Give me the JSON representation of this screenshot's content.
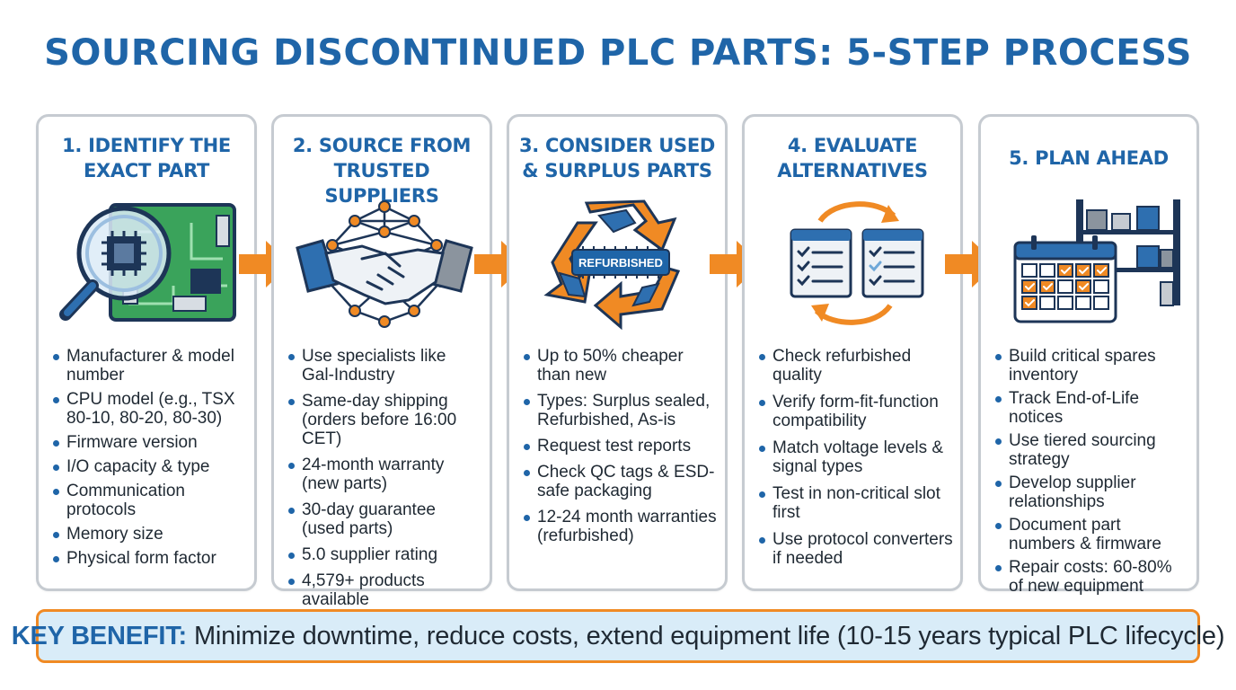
{
  "title": "SOURCING DISCONTINUED PLC PARTS: 5-STEP PROCESS",
  "colors": {
    "primary": "#1f65a8",
    "accent": "#f08a24",
    "border": "#c6cbd1",
    "benefit_bg": "#d9ecf8",
    "pcb_green": "#3aa35b"
  },
  "steps": [
    {
      "title_lines": [
        "1. IDENTIFY THE",
        "EXACT PART"
      ],
      "icon": "magnifier-circuit-board-icon",
      "bullets": [
        "Manufacturer & model number",
        "CPU model (e.g., TSX 80-10, 80-20, 80-30)",
        "Firmware version",
        "I/O capacity & type",
        "Communication protocols",
        "Memory size",
        "Physical form factor"
      ]
    },
    {
      "title_lines": [
        "2. SOURCE FROM",
        "TRUSTED SUPPLIERS"
      ],
      "icon": "handshake-network-icon",
      "bullets": [
        "Use specialists like Gal-Industry",
        "Same-day shipping (orders before 16:00 CET)",
        "24-month warranty (new parts)",
        "30-day guarantee (used parts)",
        "5.0 supplier rating",
        "4,579+ products available"
      ]
    },
    {
      "title_lines": [
        "3. CONSIDER USED",
        "& SURPLUS PARTS"
      ],
      "icon": "recycle-refurbished-icon",
      "icon_label": "REFURBISHED",
      "bullets": [
        "Up to 50% cheaper than new",
        "Types: Surplus sealed, Refurbished, As-is",
        "Request test reports",
        "Check QC tags & ESD-safe packaging",
        "12-24 month warranties (refurbished)"
      ]
    },
    {
      "title_lines": [
        "4. EVALUATE",
        "ALTERNATIVES"
      ],
      "icon": "compare-checklists-icon",
      "bullets": [
        "Check refurbished quality",
        "Verify form-fit-function compatibility",
        "Match voltage levels & signal types",
        "Test in non-critical slot first",
        "Use protocol converters if needed"
      ]
    },
    {
      "title_lines": [
        "5. PLAN AHEAD"
      ],
      "icon": "calendar-warehouse-icon",
      "bullets": [
        "Build critical spares inventory",
        "Track End-of-Life notices",
        "Use tiered sourcing strategy",
        "Develop supplier relationships",
        "Document part numbers & firmware",
        "Repair costs: 60-80% of new equipment"
      ]
    }
  ],
  "benefit": {
    "label": "KEY BENEFIT:",
    "text": "Minimize downtime, reduce costs, extend equipment life (10-15 years typical PLC lifecycle)"
  }
}
